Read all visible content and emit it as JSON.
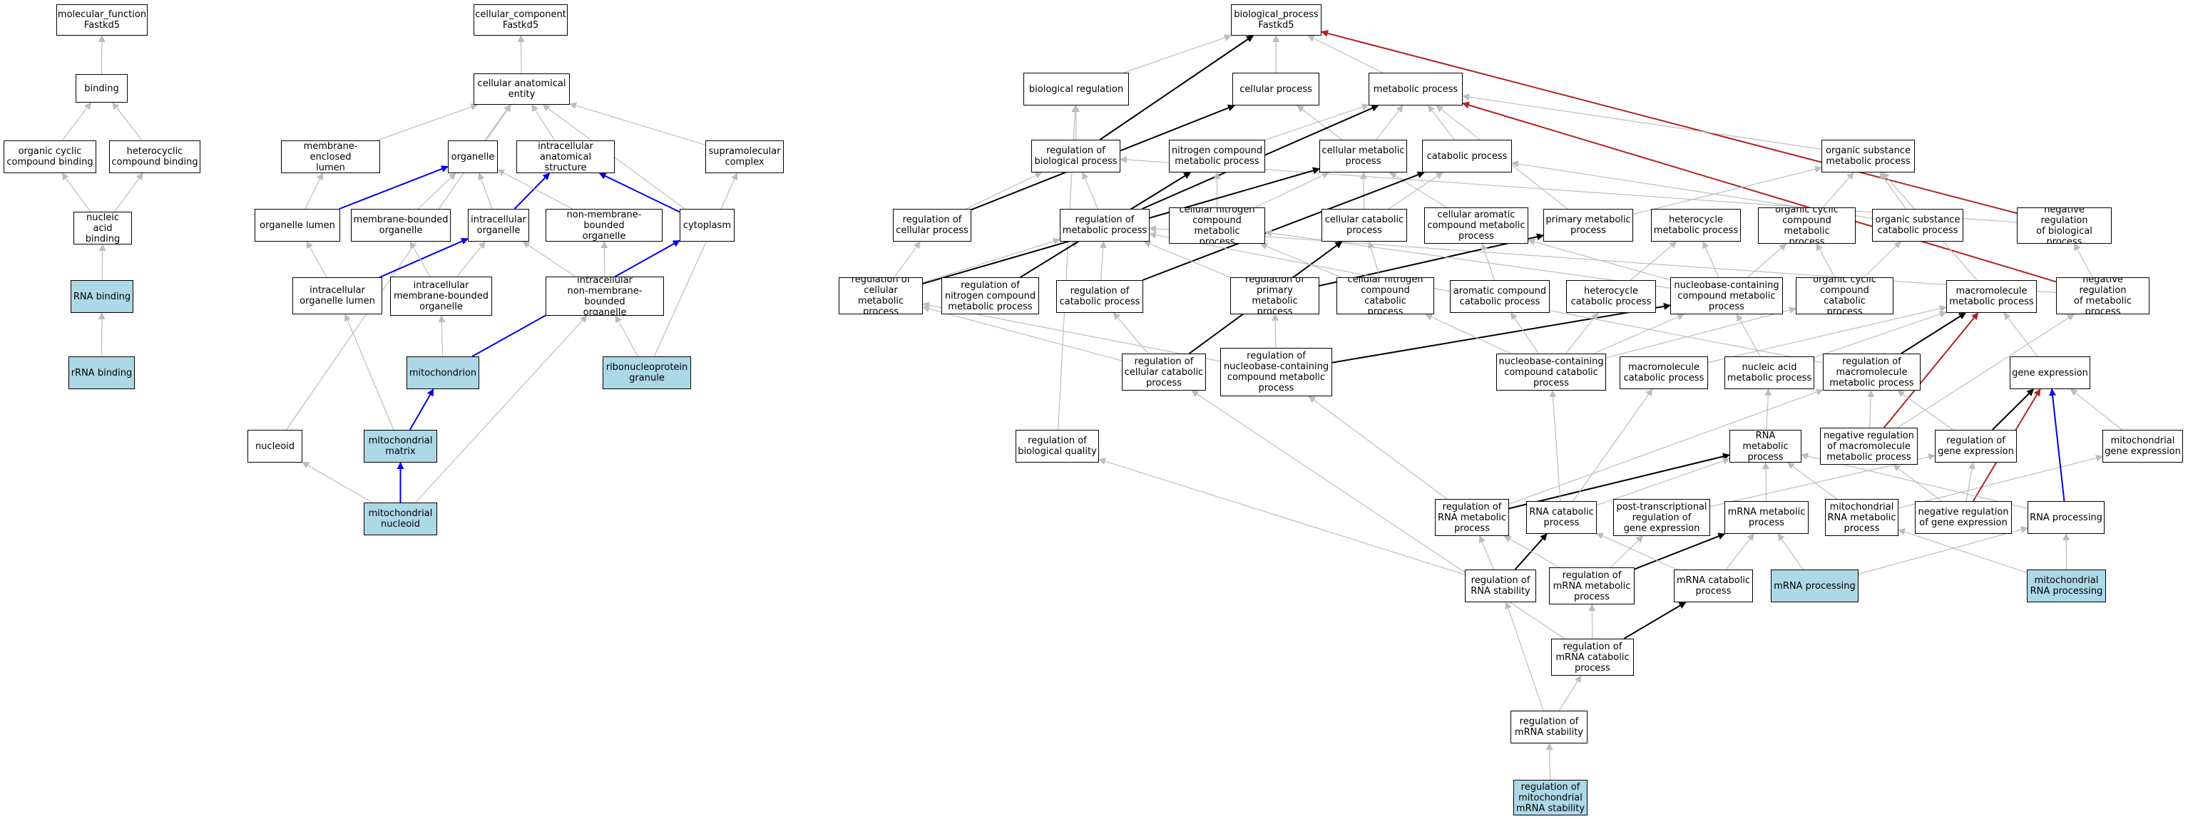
{
  "colors": {
    "grey": "#bdbdbd",
    "black": "#000000",
    "blue": "#0000ee",
    "red": "#b22222",
    "highlight": "#add8e6"
  },
  "nodes": {
    "mf": "molecular_function\nFastkd5",
    "binding": "binding",
    "ocb": "organic cyclic\ncompound binding",
    "hcb": "heterocyclic\ncompound binding",
    "nab": "nucleic acid\nbinding",
    "rnab": "RNA binding",
    "rrnab": "rRNA binding",
    "cc": "cellular_component\nFastkd5",
    "cae": "cellular anatomical\nentity",
    "mel": "membrane-enclosed\nlumen",
    "org": "organelle",
    "ias": "intracellular\nanatomical structure",
    "smc": "supramolecular\ncomplex",
    "olum": "organelle lumen",
    "mbo": "membrane-bounded\norganelle",
    "iorg": "intracellular\norganelle",
    "nmbo": "non-membrane-bounded\norganelle",
    "cyto": "cytoplasm",
    "iolum": "intracellular\norganelle lumen",
    "imbo": "intracellular\nmembrane-bounded\norganelle",
    "inmbo": "intracellular\nnon-membrane-bounded\norganelle",
    "mito": "mitochondrion",
    "rnpg": "ribonucleoprotein\ngranule",
    "nucleoid": "nucleoid",
    "mmat": "mitochondrial\nmatrix",
    "mnuc": "mitochondrial\nnucleoid",
    "bp": "biological_process\nFastkd5",
    "breg": "biological regulation",
    "cp": "cellular process",
    "mp": "metabolic process",
    "rbp": "regulation of\nbiological process",
    "ncmp": "nitrogen compound\nmetabolic process",
    "cmp": "cellular metabolic\nprocess",
    "catp": "catabolic process",
    "osmp": "organic substance\nmetabolic process",
    "rcp": "regulation of\ncellular process",
    "rmp": "regulation of\nmetabolic process",
    "cncmp": "cellular nitrogen\ncompound metabolic\nprocess",
    "ccatp": "cellular catabolic\nprocess",
    "cacmp": "cellular aromatic\ncompound metabolic\nprocess",
    "pmp": "primary metabolic\nprocess",
    "hmp": "heterocycle\nmetabolic process",
    "occmp": "organic cyclic\ncompound metabolic\nprocess",
    "oscp": "organic substance\ncatabolic process",
    "nrbp": "negative regulation\nof biological\nprocess",
    "rcmp": "regulation of\ncellular metabolic\nprocess",
    "rncmp": "regulation of\nnitrogen compound\nmetabolic process",
    "rcatp": "regulation of\ncatabolic process",
    "rpmp": "regulation of\nprimary metabolic\nprocess",
    "cnccp": "cellular nitrogen\ncompound catabolic\nprocess",
    "accp": "aromatic compound\ncatabolic process",
    "hcp": "heterocycle\ncatabolic process",
    "nbcmp": "nucleobase-containing\ncompound metabolic\nprocess",
    "occcp": "organic cyclic\ncompound catabolic\nprocess",
    "mmp": "macromolecule\nmetabolic process",
    "nrmp": "negative regulation\nof metabolic\nprocess",
    "rccp": "regulation of\ncellular catabolic\nprocess",
    "rnbcmp": "regulation of\nnucleobase-containing\ncompound metabolic\nprocess",
    "nbccp": "nucleobase-containing\ncompound catabolic\nprocess",
    "mcp": "macromolecule\ncatabolic process",
    "namp": "nucleic acid\nmetabolic process",
    "rmmp": "regulation of\nmacromolecule\nmetabolic process",
    "ge": "gene expression",
    "rbq": "regulation of\nbiological quality",
    "rnamp": "RNA metabolic\nprocess",
    "nrmmp": "negative regulation\nof macromolecule\nmetabolic process",
    "rge": "regulation of\ngene expression",
    "mge": "mitochondrial\ngene expression",
    "rrnamp": "regulation of\nRNA metabolic\nprocess",
    "rnacp": "RNA catabolic\nprocess",
    "ptrge": "post-transcriptional\nregulation of\ngene expression",
    "mrnamp": "mRNA metabolic\nprocess",
    "mitrnamp": "mitochondrial\nRNA metabolic\nprocess",
    "nrge": "negative regulation\nof gene expression",
    "rnaproc": "RNA processing",
    "rrnas": "regulation of\nRNA stability",
    "rmrnamp": "regulation of\nmRNA metabolic\nprocess",
    "mrnacp": "mRNA catabolic\nprocess",
    "mrnaproc": "mRNA processing",
    "mitrnaproc": "mitochondrial\nRNA processing",
    "rmrnacp": "regulation of\nmRNA catabolic\nprocess",
    "rmrnas": "regulation of\nmRNA stability",
    "rmitmrnas": "regulation of\nmitochondrial\nmRNA stability"
  },
  "highlighted": [
    "rnab",
    "rrnab",
    "mito",
    "rnpg",
    "mmat",
    "mnuc",
    "mrnaproc",
    "mitrnaproc",
    "rmitmrnas"
  ],
  "edges": [
    [
      "binding",
      "mf",
      "grey"
    ],
    [
      "ocb",
      "binding",
      "grey"
    ],
    [
      "hcb",
      "binding",
      "grey"
    ],
    [
      "nab",
      "ocb",
      "grey"
    ],
    [
      "nab",
      "hcb",
      "grey"
    ],
    [
      "rnab",
      "nab",
      "grey"
    ],
    [
      "rrnab",
      "rnab",
      "grey"
    ],
    [
      "cae",
      "cc",
      "grey"
    ],
    [
      "mel",
      "cae",
      "grey"
    ],
    [
      "org",
      "cae",
      "grey"
    ],
    [
      "ias",
      "cae",
      "grey"
    ],
    [
      "smc",
      "cae",
      "grey"
    ],
    [
      "nucleoid",
      "cae",
      "grey"
    ],
    [
      "cyto",
      "cae",
      "grey"
    ],
    [
      "olum",
      "mel",
      "grey"
    ],
    [
      "olum",
      "org",
      "blue"
    ],
    [
      "mbo",
      "org",
      "grey"
    ],
    [
      "iorg",
      "org",
      "grey"
    ],
    [
      "iorg",
      "ias",
      "blue"
    ],
    [
      "nmbo",
      "org",
      "grey"
    ],
    [
      "cyto",
      "ias",
      "blue"
    ],
    [
      "iolum",
      "olum",
      "grey"
    ],
    [
      "iolum",
      "iorg",
      "blue"
    ],
    [
      "imbo",
      "mbo",
      "grey"
    ],
    [
      "imbo",
      "iorg",
      "grey"
    ],
    [
      "inmbo",
      "iorg",
      "grey"
    ],
    [
      "inmbo",
      "nmbo",
      "grey"
    ],
    [
      "mito",
      "imbo",
      "grey"
    ],
    [
      "mito",
      "cyto",
      "blue"
    ],
    [
      "rnpg",
      "smc",
      "grey"
    ],
    [
      "rnpg",
      "inmbo",
      "grey"
    ],
    [
      "mmat",
      "iolum",
      "grey"
    ],
    [
      "mmat",
      "mito",
      "blue"
    ],
    [
      "mnuc",
      "mmat",
      "blue"
    ],
    [
      "mnuc",
      "nucleoid",
      "grey"
    ],
    [
      "mnuc",
      "inmbo",
      "grey"
    ],
    [
      "breg",
      "bp",
      "grey"
    ],
    [
      "cp",
      "bp",
      "grey"
    ],
    [
      "mp",
      "bp",
      "grey"
    ],
    [
      "rbp",
      "bp",
      "black"
    ],
    [
      "nrbp",
      "bp",
      "red"
    ],
    [
      "rbp",
      "breg",
      "grey"
    ],
    [
      "rbq",
      "breg",
      "grey"
    ],
    [
      "rcp",
      "cp",
      "black"
    ],
    [
      "rcp",
      "rbp",
      "grey"
    ],
    [
      "ncmp",
      "mp",
      "grey"
    ],
    [
      "cmp",
      "mp",
      "grey"
    ],
    [
      "cmp",
      "cp",
      "grey"
    ],
    [
      "catp",
      "mp",
      "grey"
    ],
    [
      "osmp",
      "mp",
      "grey"
    ],
    [
      "pmp",
      "mp",
      "grey"
    ],
    [
      "rmp",
      "mp",
      "black"
    ],
    [
      "rmp",
      "rbp",
      "grey"
    ],
    [
      "nrmp",
      "mp",
      "red"
    ],
    [
      "cncmp",
      "ncmp",
      "grey"
    ],
    [
      "cncmp",
      "cmp",
      "grey"
    ],
    [
      "ccatp",
      "cmp",
      "grey"
    ],
    [
      "ccatp",
      "catp",
      "grey"
    ],
    [
      "cacmp",
      "cmp",
      "grey"
    ],
    [
      "oscp",
      "catp",
      "grey"
    ],
    [
      "oscp",
      "osmp",
      "grey"
    ],
    [
      "occmp",
      "osmp",
      "grey"
    ],
    [
      "pmp",
      "osmp",
      "grey"
    ],
    [
      "mmp",
      "osmp",
      "grey"
    ],
    [
      "nrbp",
      "rbp",
      "grey"
    ],
    [
      "nrmp",
      "nrbp",
      "grey"
    ],
    [
      "nrmp",
      "rmp",
      "grey"
    ],
    [
      "rcmp",
      "rcp",
      "grey"
    ],
    [
      "rcmp",
      "rmp",
      "grey"
    ],
    [
      "rcmp",
      "cmp",
      "black"
    ],
    [
      "rncmp",
      "rmp",
      "grey"
    ],
    [
      "rncmp",
      "ncmp",
      "black"
    ],
    [
      "rcatp",
      "rmp",
      "grey"
    ],
    [
      "rcatp",
      "catp",
      "black"
    ],
    [
      "rpmp",
      "rmp",
      "grey"
    ],
    [
      "rpmp",
      "pmp",
      "black"
    ],
    [
      "cnccp",
      "cncmp",
      "grey"
    ],
    [
      "cnccp",
      "ccatp",
      "grey"
    ],
    [
      "accp",
      "cacmp",
      "grey"
    ],
    [
      "hcp",
      "hmp",
      "grey"
    ],
    [
      "nbcmp",
      "cncmp",
      "grey"
    ],
    [
      "nbcmp",
      "cacmp",
      "grey"
    ],
    [
      "nbcmp",
      "hmp",
      "grey"
    ],
    [
      "nbcmp",
      "occmp",
      "grey"
    ],
    [
      "occcp",
      "occmp",
      "grey"
    ],
    [
      "occcp",
      "oscp",
      "grey"
    ],
    [
      "rccp",
      "rcmp",
      "grey"
    ],
    [
      "rccp",
      "rcatp",
      "grey"
    ],
    [
      "rccp",
      "ccatp",
      "black"
    ],
    [
      "rnbcmp",
      "rcmp",
      "grey"
    ],
    [
      "rnbcmp",
      "rpmp",
      "grey"
    ],
    [
      "rnbcmp",
      "nbcmp",
      "black"
    ],
    [
      "nbccp",
      "cnccp",
      "grey"
    ],
    [
      "nbccp",
      "accp",
      "grey"
    ],
    [
      "nbccp",
      "hcp",
      "grey"
    ],
    [
      "nbccp",
      "nbcmp",
      "grey"
    ],
    [
      "nbccp",
      "occcp",
      "grey"
    ],
    [
      "mcp",
      "mmp",
      "grey"
    ],
    [
      "namp",
      "nbcmp",
      "grey"
    ],
    [
      "namp",
      "mmp",
      "grey"
    ],
    [
      "rmmp",
      "rmp",
      "grey"
    ],
    [
      "rmmp",
      "mmp",
      "black"
    ],
    [
      "ge",
      "mmp",
      "grey"
    ],
    [
      "rnamp",
      "namp",
      "grey"
    ],
    [
      "nrmmp",
      "rmmp",
      "grey"
    ],
    [
      "nrmmp",
      "nrmp",
      "grey"
    ],
    [
      "nrmmp",
      "mmp",
      "red"
    ],
    [
      "rge",
      "ge",
      "black"
    ],
    [
      "rge",
      "rmmp",
      "grey"
    ],
    [
      "mge",
      "ge",
      "grey"
    ],
    [
      "rrnamp",
      "rnbcmp",
      "grey"
    ],
    [
      "rrnamp",
      "rmmp",
      "grey"
    ],
    [
      "rrnamp",
      "rnamp",
      "black"
    ],
    [
      "rnacp",
      "nbccp",
      "grey"
    ],
    [
      "rnacp",
      "mcp",
      "grey"
    ],
    [
      "rnacp",
      "rnamp",
      "grey"
    ],
    [
      "ptrge",
      "rge",
      "grey"
    ],
    [
      "mrnamp",
      "rnamp",
      "grey"
    ],
    [
      "mitrnamp",
      "rnamp",
      "grey"
    ],
    [
      "mitrnamp",
      "mge",
      "grey"
    ],
    [
      "nrge",
      "rge",
      "grey"
    ],
    [
      "nrge",
      "nrmmp",
      "grey"
    ],
    [
      "nrge",
      "ge",
      "red"
    ],
    [
      "rnaproc",
      "rnamp",
      "grey"
    ],
    [
      "rnaproc",
      "ge",
      "blue"
    ],
    [
      "rrnas",
      "rbq",
      "grey"
    ],
    [
      "rrnas",
      "rrnamp",
      "grey"
    ],
    [
      "rrnas",
      "rnacp",
      "black"
    ],
    [
      "rmrnamp",
      "rrnamp",
      "grey"
    ],
    [
      "rmrnamp",
      "ptrge",
      "grey"
    ],
    [
      "rmrnamp",
      "mrnamp",
      "black"
    ],
    [
      "mrnacp",
      "mrnamp",
      "grey"
    ],
    [
      "mrnacp",
      "rnacp",
      "grey"
    ],
    [
      "mrnaproc",
      "mrnamp",
      "grey"
    ],
    [
      "mrnaproc",
      "rnaproc",
      "grey"
    ],
    [
      "mitrnaproc",
      "mitrnamp",
      "grey"
    ],
    [
      "mitrnaproc",
      "rnaproc",
      "grey"
    ],
    [
      "rmrnacp",
      "rmrnamp",
      "grey"
    ],
    [
      "rmrnacp",
      "mrnacp",
      "black"
    ],
    [
      "rmrnacp",
      "rccp",
      "grey"
    ],
    [
      "rmrnas",
      "rrnas",
      "grey"
    ],
    [
      "rmrnas",
      "rmrnacp",
      "grey"
    ],
    [
      "rmitmrnas",
      "rmrnas",
      "grey"
    ]
  ]
}
